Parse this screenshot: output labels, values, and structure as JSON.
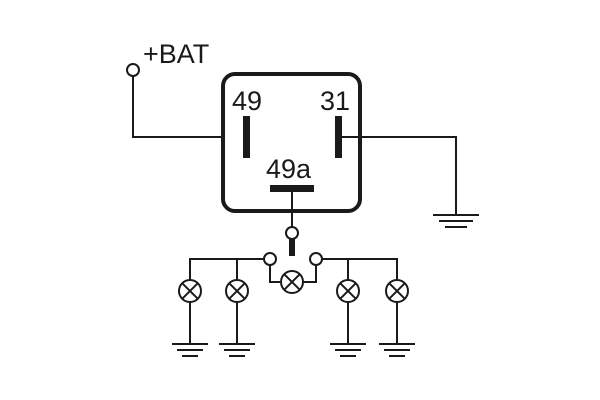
{
  "diagram": {
    "title": "",
    "supply_label": "+BAT",
    "pin_49_label": "49",
    "pin_31_label": "31",
    "pin_49a_label": "49a",
    "line_color": "#1a1a1a",
    "background_color": "#ffffff",
    "components": {
      "relay": "flasher-relay",
      "switch": "three-position-turn-signal-switch",
      "lamps": 5,
      "grounds": 5
    },
    "icons": [
      "terminal-circle-icon",
      "lamp-icon",
      "ground-icon"
    ]
  }
}
